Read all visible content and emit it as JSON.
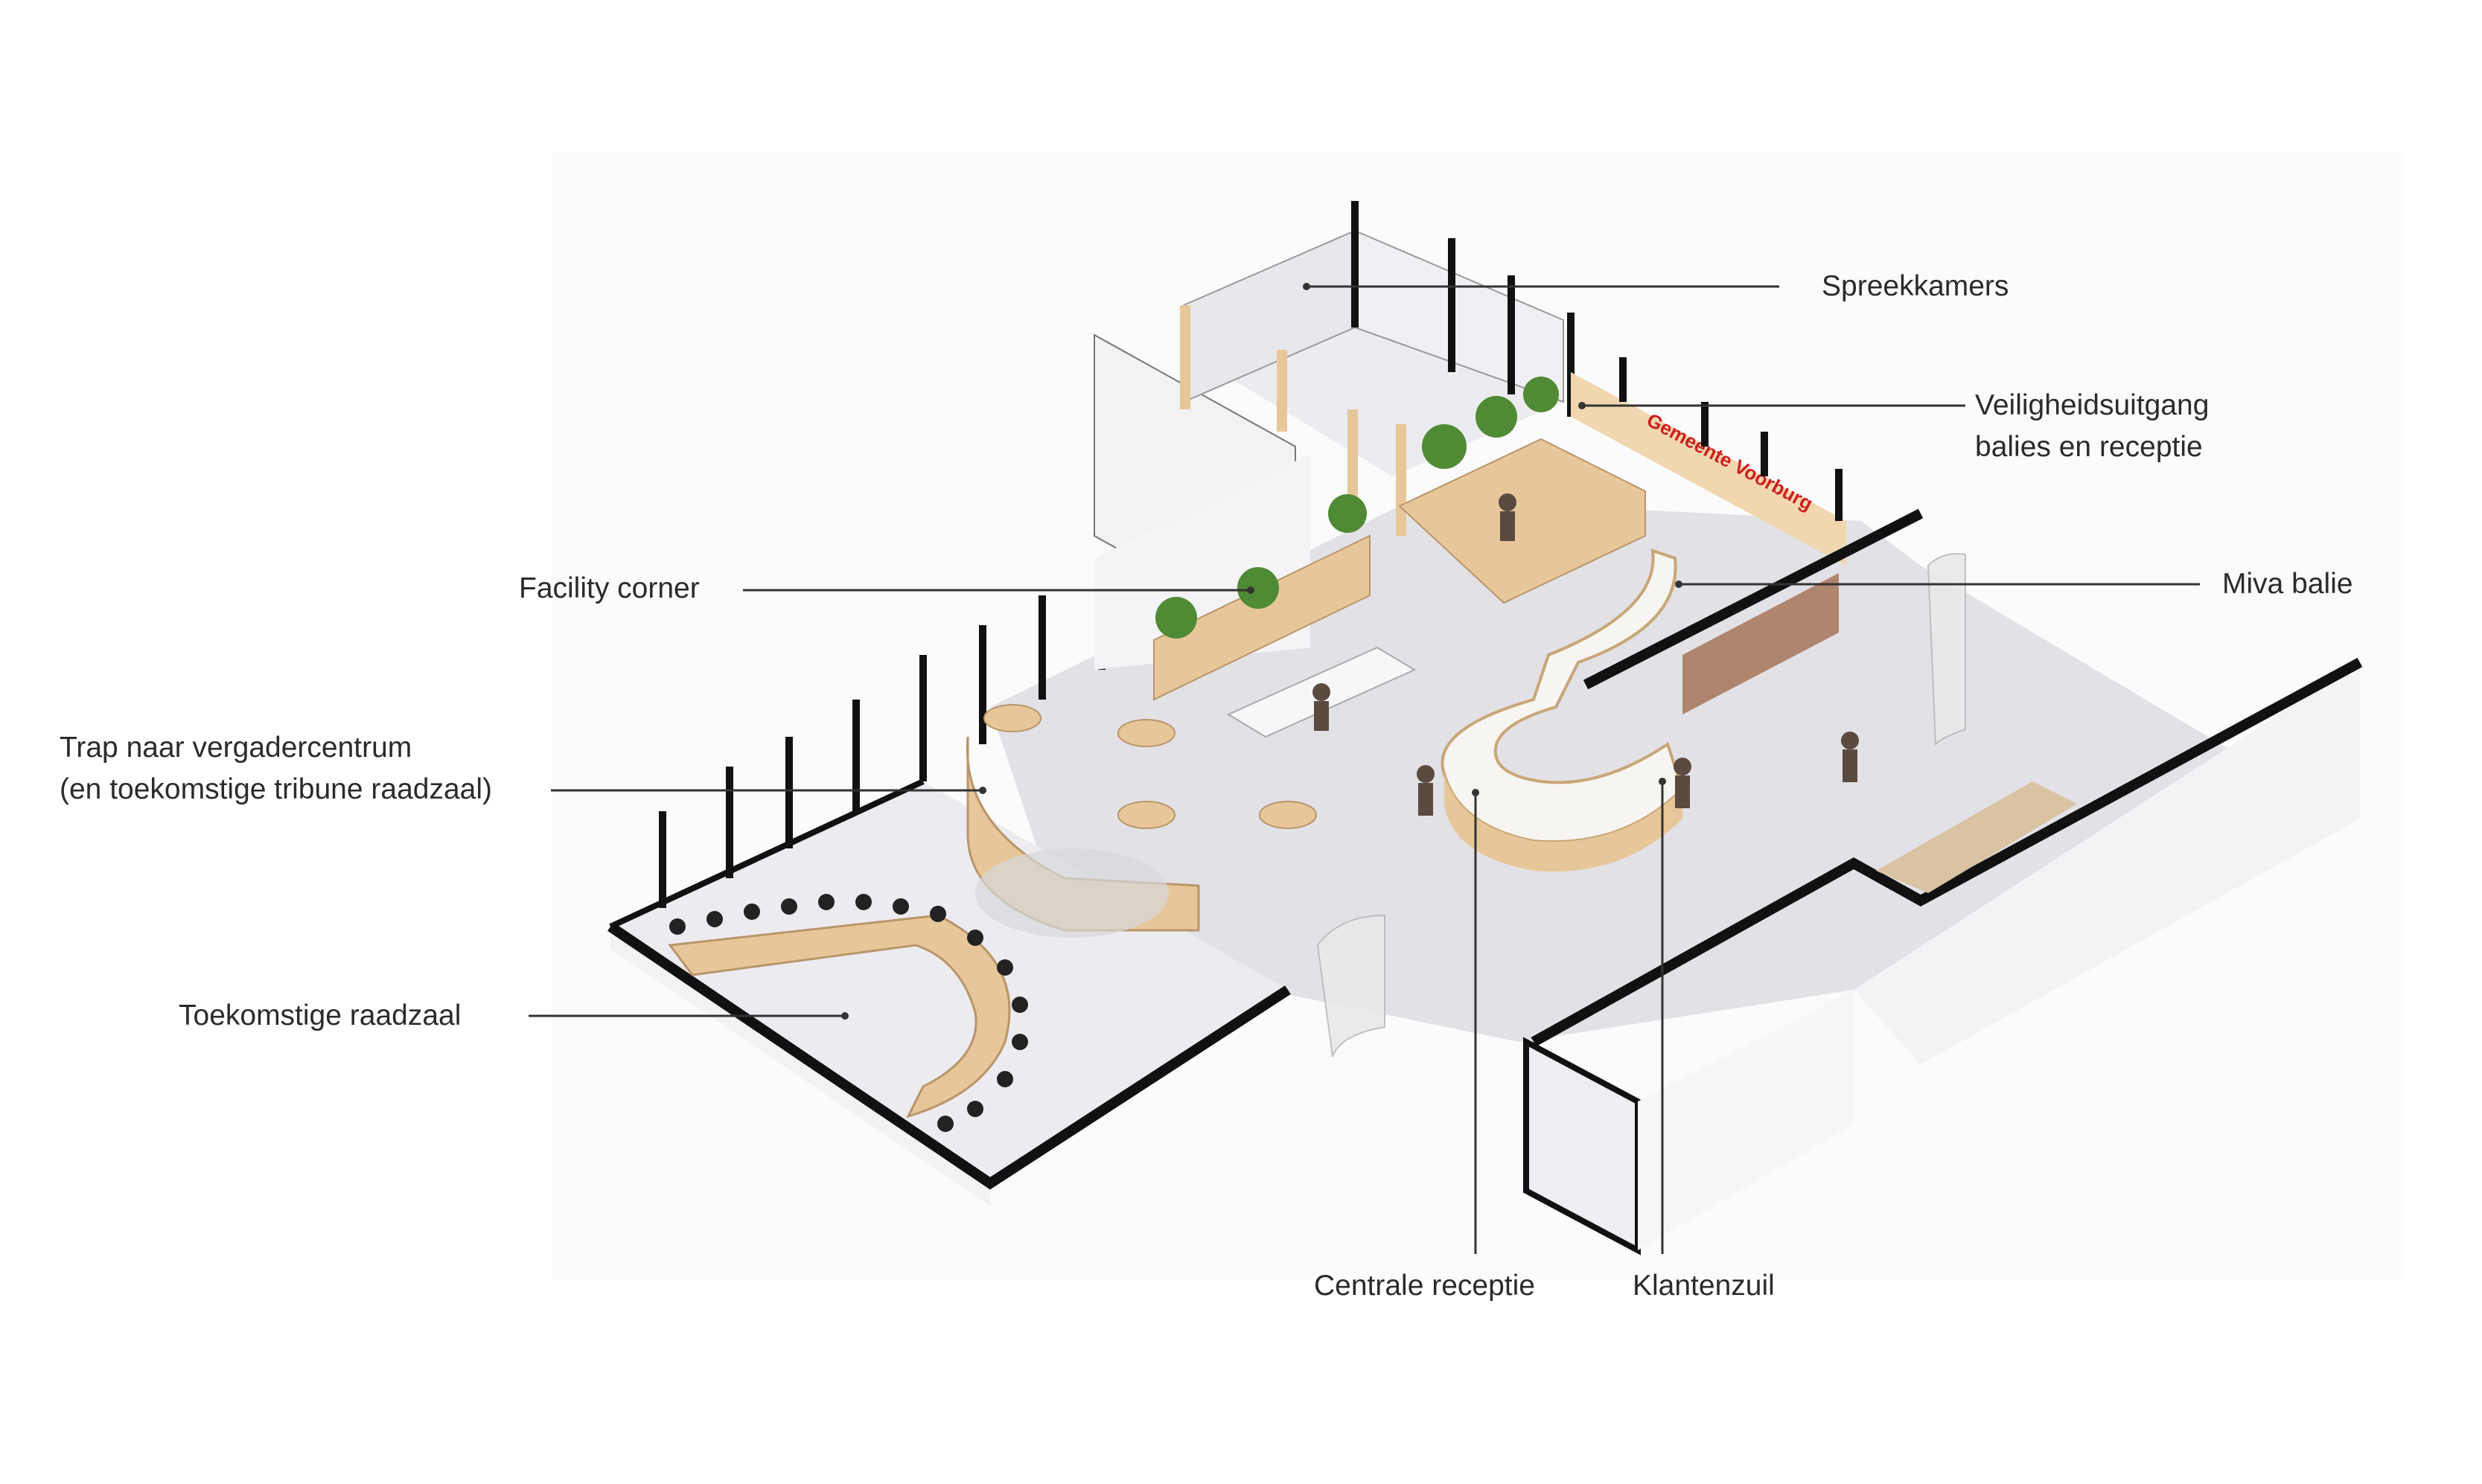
{
  "diagram": {
    "type": "isometric floor plan with callouts",
    "labels": {
      "spreekkamers": "Spreekkamers",
      "veiligheidsuitgang_line1": "Veiligheidsuitgang",
      "veiligheidsuitgang_line2": "balies en receptie",
      "facility_corner": "Facility corner",
      "miva_balie": "Miva balie",
      "trap_line1": "Trap naar vergadercentrum",
      "trap_line2": "(en toekomstige tribune raadzaal)",
      "toekomstige_raadzaal": "Toekomstige raadzaal",
      "centrale_receptie": "Centrale receptie",
      "klantenzuil": "Klantenzuil"
    },
    "wall_sign_text": "Gemeente Voorburg",
    "colors": {
      "background": "#ffffff",
      "floor": "#e2e1e6",
      "wall_top": "#111111",
      "wall_face": "#f2f1f4",
      "wood": "#e7c79a",
      "plant": "#4f8a35",
      "sign_red": "#cc2020",
      "label_text": "#2b2b2b"
    }
  }
}
